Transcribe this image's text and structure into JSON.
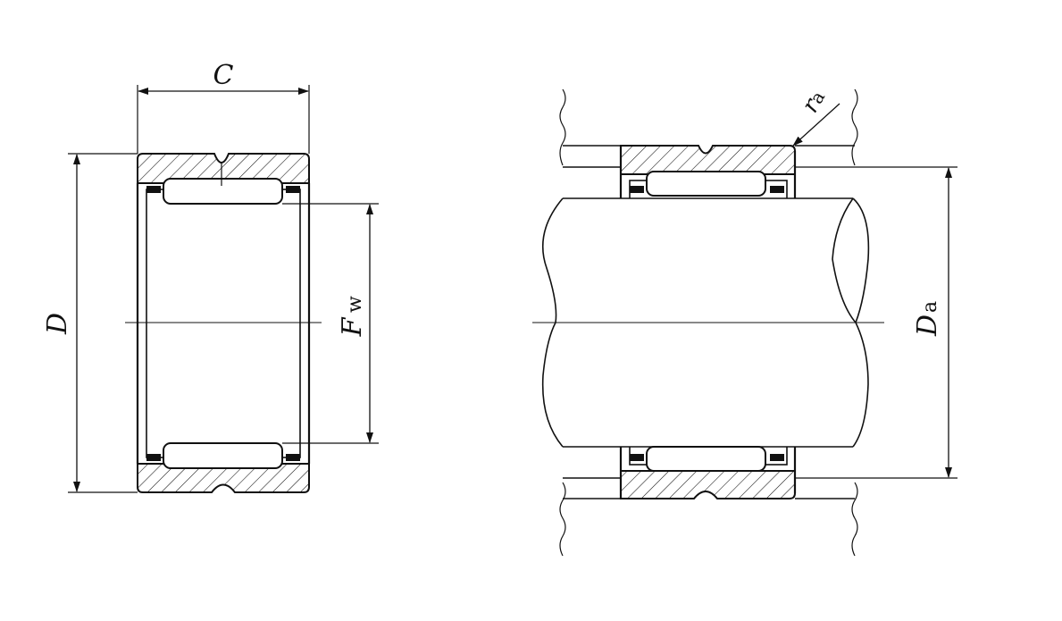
{
  "labels": {
    "width_C": "C",
    "outer_D": "D",
    "inner_Fw_main": "F",
    "inner_Fw_sub": "w",
    "housing_Da_main": "D",
    "housing_Da_sub": "a",
    "fillet_ra_main": "r",
    "fillet_ra_sub": "a"
  }
}
